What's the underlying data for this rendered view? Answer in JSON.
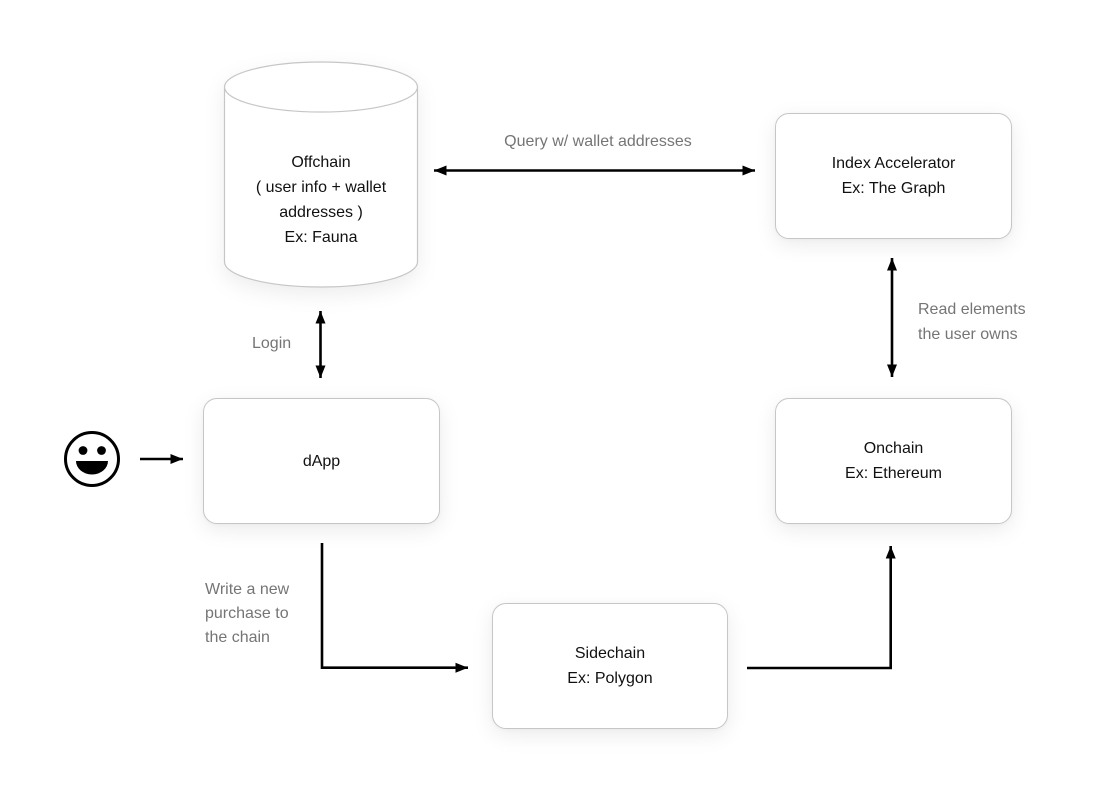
{
  "background": "#ffffff",
  "colors": {
    "node_fill": "#ffffff",
    "node_border": "#c6c6c6",
    "node_text": "#111111",
    "edge_label_text": "#757575",
    "arrow": "#000000"
  },
  "nodes": {
    "offchain": {
      "shape": "database-cylinder",
      "lines": [
        "Offchain",
        "( user info + wallet",
        "addresses )",
        "Ex: Fauna"
      ]
    },
    "index_accelerator": {
      "shape": "rounded-rect",
      "lines": [
        "Index Accelerator",
        "Ex: The Graph"
      ]
    },
    "dapp": {
      "shape": "rounded-rect",
      "lines": [
        "dApp"
      ]
    },
    "onchain": {
      "shape": "rounded-rect",
      "lines": [
        "Onchain",
        "Ex: Ethereum"
      ]
    },
    "sidechain": {
      "shape": "rounded-rect",
      "lines": [
        "Sidechain",
        "Ex: Polygon"
      ]
    },
    "user": {
      "shape": "smiley-face-icon"
    }
  },
  "edges": {
    "user_to_dapp": {
      "from": "user",
      "to": "dapp",
      "direction": "one-way"
    },
    "login": {
      "from": "dapp",
      "to": "offchain",
      "direction": "two-way",
      "label": "Login"
    },
    "query": {
      "from": "offchain",
      "to": "index_accelerator",
      "direction": "two-way",
      "label": "Query w/ wallet addresses"
    },
    "read": {
      "from": "index_accelerator",
      "to": "onchain",
      "direction": "two-way",
      "label_lines": [
        "Read elements",
        "the user owns"
      ]
    },
    "write": {
      "from": "dapp",
      "to": "sidechain",
      "direction": "one-way",
      "label_lines": [
        "Write a new",
        "purchase to",
        "the chain"
      ]
    },
    "sidechain_to_onchain": {
      "from": "sidechain",
      "to": "onchain",
      "direction": "one-way"
    }
  }
}
